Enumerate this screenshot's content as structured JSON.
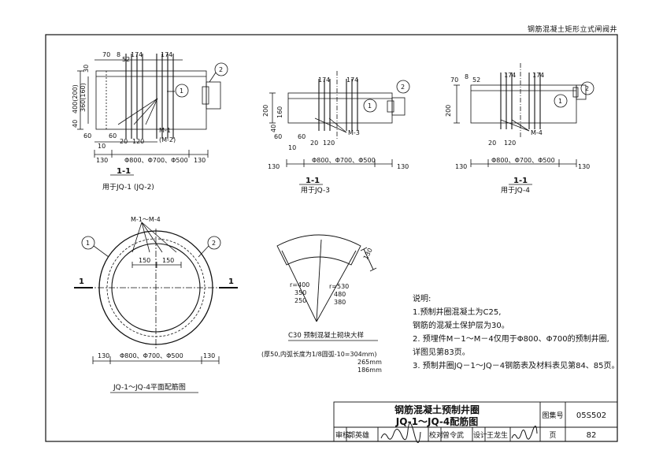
{
  "header": {
    "series_title": "钢筋混凝土矩形立式闸阀井"
  },
  "section_views": [
    {
      "cut_label": "1-1",
      "caption": "用于JQ-1 (JQ-2)",
      "diameter_label": "Φ800、Φ700、Φ500",
      "side_dim": "130",
      "height_dim": "400(200)",
      "inner_dim": "360(160)",
      "top_dim": "30",
      "bottom_dim": "40",
      "rebar_label": "M-1",
      "rebar_label2": "(M-2)",
      "dims_top": [
        "70",
        "8",
        "52",
        "174",
        "174"
      ],
      "dims_bottom": [
        "60",
        "60",
        "10",
        "20",
        "120"
      ]
    },
    {
      "cut_label": "1-1",
      "caption": "用于JQ-3",
      "diameter_label": "Φ800、Φ700、Φ500",
      "side_dim": "130",
      "height_dim": "200",
      "inner_dim": "160",
      "bottom_dim": "40",
      "rebar_label": "M-3",
      "dims_top": [
        "174",
        "174"
      ],
      "dims_bottom": [
        "60",
        "60",
        "10",
        "20",
        "120"
      ]
    },
    {
      "cut_label": "1-1",
      "caption": "用于JQ-4",
      "diameter_label": "Φ800、Φ700、Φ500",
      "side_dim": "130",
      "height_dim": "200",
      "rebar_label": "M-4",
      "dims_top": [
        "70",
        "8",
        "52",
        "174",
        "174"
      ],
      "dims_bottom": [
        "20",
        "120"
      ]
    }
  ],
  "callouts": [
    "1",
    "2"
  ],
  "plan_view": {
    "caption": "JQ-1～JQ-4平面配筋图",
    "rebar_label": "M-1～M-4",
    "spacing": [
      "150",
      "150"
    ],
    "cut_mark": "1",
    "diameter_label": "Φ800、Φ700、Φ500",
    "side_dim": "130"
  },
  "block_detail": {
    "r_inner": [
      "r=400",
      "350",
      "250"
    ],
    "r_outer": [
      "r=530",
      "480",
      "380"
    ],
    "width_dim": "130",
    "title": "C30  预制混凝土砌块大样",
    "note": "(厚50,内弧长度为1/8圆弧-10=304mm)",
    "lengths": [
      "265mm",
      "186mm"
    ]
  },
  "notes": {
    "heading": "说明:",
    "lines": [
      "1.预制井圈混凝土为C25,",
      "  钢筋的混凝土保护层为30。",
      "2. 预埋件M－1～M－4仅用于Φ800、Φ700的预制井圈,",
      "  详图见第83页。",
      "3. 预制井圈JQ－1～JQ－4钢筋表及材料表见第84、85页。"
    ]
  },
  "title_block": {
    "title_line1": "钢筋混凝土预制井圈",
    "title_line2": "JQ-1～JQ-4配筋图",
    "atlas_label": "图集号",
    "atlas_no": "05S502",
    "page_label": "页",
    "page_no": "82",
    "review_label": "审核",
    "reviewer": "郭英雄",
    "check_label": "校对",
    "checker": "曾令武",
    "design_label": "设计",
    "designer": "王龙生"
  }
}
